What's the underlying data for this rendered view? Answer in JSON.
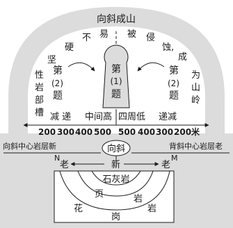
{
  "header": {
    "title": "向斜成山"
  },
  "arc_text": {
    "left": [
      "坚",
      "硬",
      "不",
      "易"
    ],
    "right": [
      "被",
      "侵",
      "蚀,",
      "成"
    ]
  },
  "left_col": [
    "性",
    "岩",
    "部",
    "槽"
  ],
  "right_col": [
    "为",
    "山",
    "岭"
  ],
  "questions": {
    "q1": [
      "第",
      "(1)",
      "题"
    ],
    "q2_left": [
      "第",
      "(2)",
      "题"
    ],
    "q2_right": [
      "第",
      "(2)",
      "题"
    ]
  },
  "labels": {
    "center_high": "中间高",
    "around_low": "四周低",
    "dec_left": "减 递",
    "dec_right": "递减",
    "left_note": "向斜中心岩层新",
    "right_note": "背斜中心岩层老",
    "syncline": "向斜",
    "old_left": "老",
    "new_mid": "新",
    "old_right": "老",
    "N": "N",
    "M": "M",
    "limestone": "石灰岩",
    "shale": [
      "页",
      "岩"
    ],
    "granite": [
      "花",
      "岗",
      "岩"
    ]
  },
  "elevations": {
    "left": [
      "200",
      "300",
      "400",
      "500"
    ],
    "right": [
      "500",
      "400",
      "300",
      "200米"
    ]
  }
}
